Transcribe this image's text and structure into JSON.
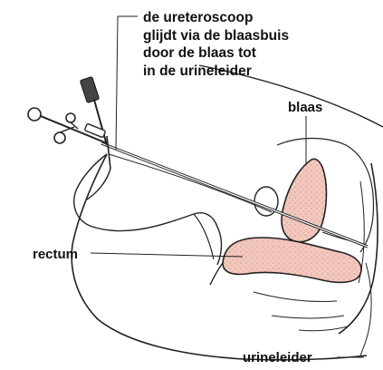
{
  "caption": {
    "lines": [
      "de ureteroscoop",
      "glijdt via de blaasbuis",
      "door de blaas tot",
      "in de urineleider"
    ]
  },
  "labels": {
    "blaas": "blaas",
    "rectum": "rectum",
    "urineleider": "urineleider"
  },
  "colors": {
    "outline": "#222222",
    "organ_fill": "#f2c7bd",
    "organ_dots": "#d89a8e",
    "background": "#ffffff"
  }
}
